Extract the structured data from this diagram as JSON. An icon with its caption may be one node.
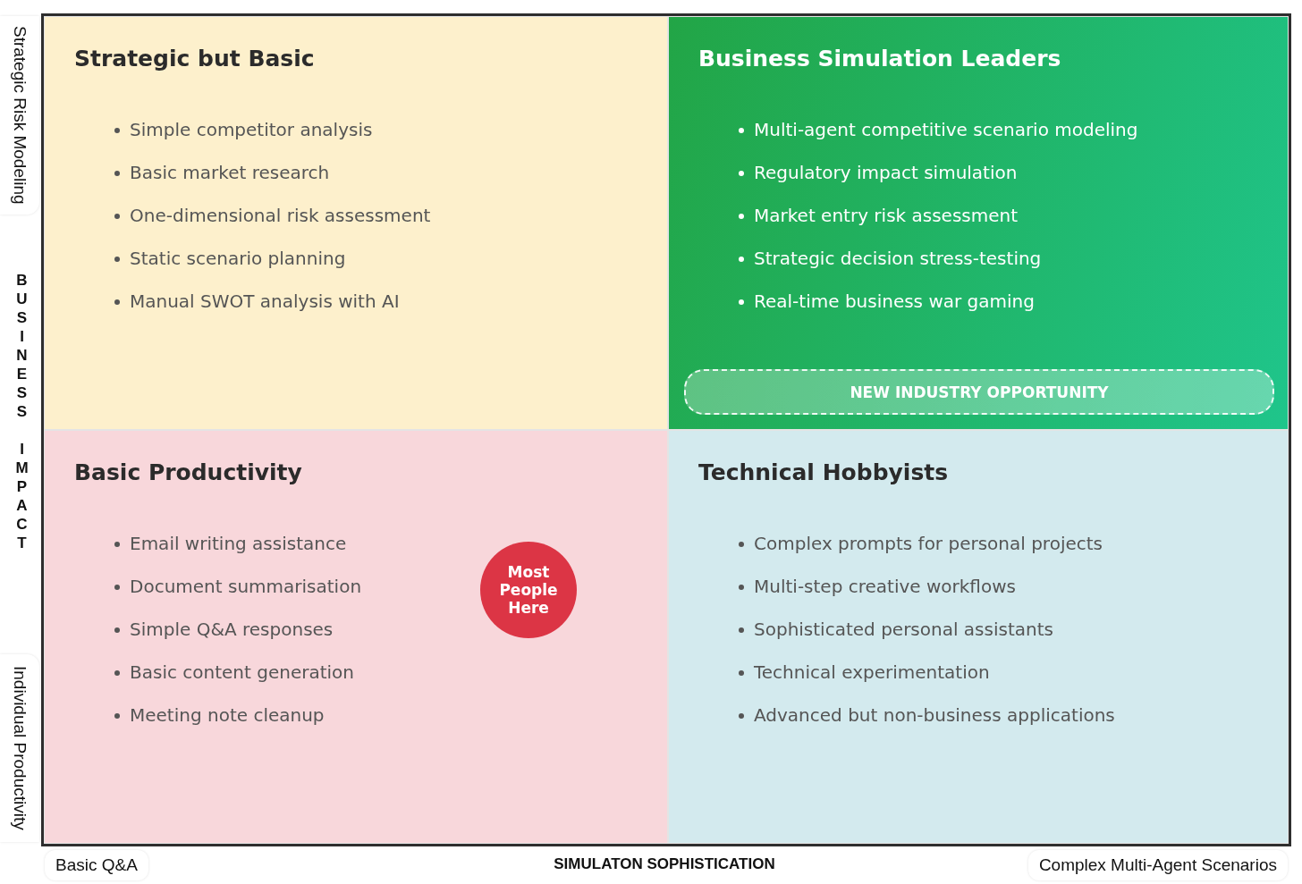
{
  "diagram": {
    "nodes": [
      {
        "text": [
          "Strategic but Basic",
          "Simple competitor analysis",
          "Basic market research",
          "One-dimensional risk assessment",
          "Static scenario planning",
          "Manual SWOT analysis with AI"
        ]
      },
      {
        "text": [
          "Business Simulation Leaders",
          "Multi-agent competitive scenario modeling",
          "Regulatory impact simulation",
          "Market entry risk assessment",
          "Strategic decision stress-testing",
          "Real-time business war gaming"
        ]
      },
      {
        "text": [
          "NEW INDUSTRY OPPORTUNITY"
        ],
        "in": 1
      },
      {
        "text": [
          "Basic Productivity",
          "Email writing assistance",
          "Document summarisation",
          "Simple Q&A responses",
          "Basic content generation",
          "Meeting note cleanup"
        ]
      },
      {
        "text": [
          "Most People Here"
        ],
        "in": 3
      },
      {
        "text": [
          "Technical Hobbyists",
          "Complex prompts for personal projects",
          "Multi-step creative workflows",
          "Sophisticated personal assistants",
          "Technical experimentation",
          "Advanced but non-business applications"
        ]
      }
    ],
    "labels": [
      "Strategic Risk Modeling",
      "BUSINESS IMPACT",
      "Individual Productivity",
      "Basic Q&A",
      "SIMULATON SOPHISTICATION",
      "Complex Multi-Agent Scenarios"
    ]
  }
}
